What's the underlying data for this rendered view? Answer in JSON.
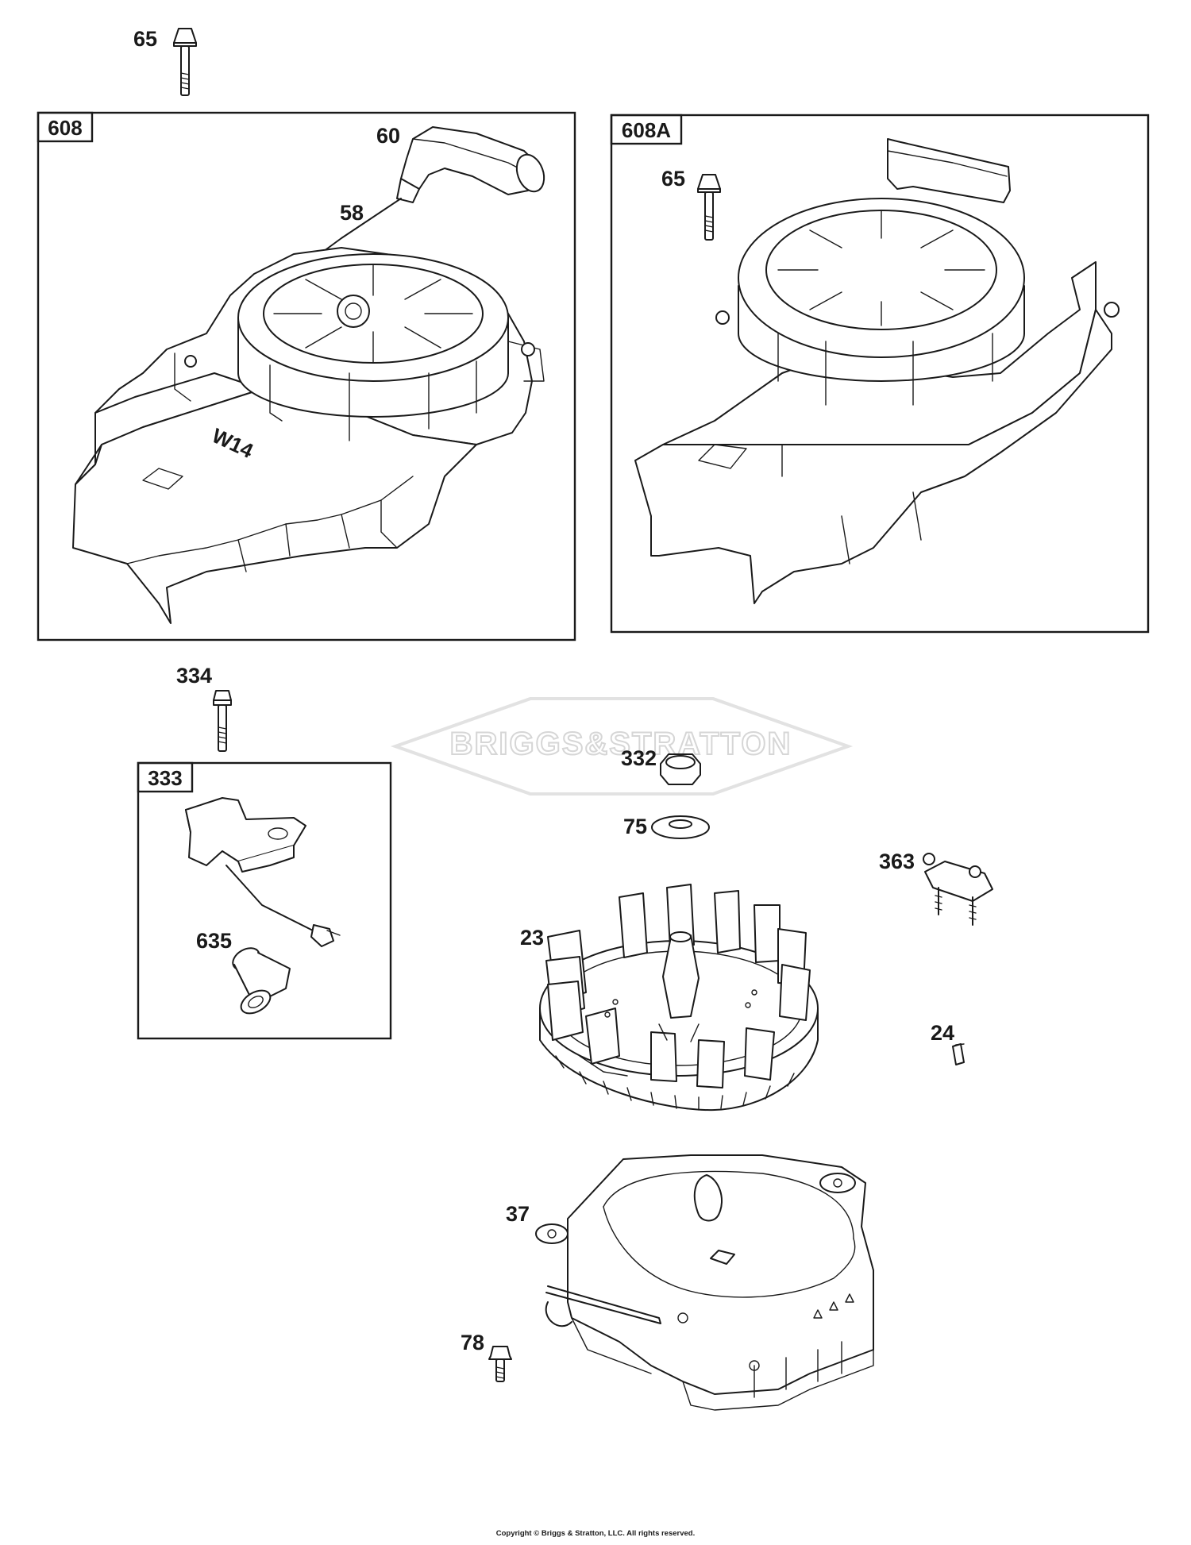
{
  "watermark": "BRIGGS&STRATTON",
  "boxes": {
    "box_608": "608",
    "box_608A": "608A",
    "box_333": "333"
  },
  "callouts": {
    "c65_top": "65",
    "c60": "60",
    "c58": "58",
    "c65_box": "65",
    "c334": "334",
    "c332": "332",
    "c75": "75",
    "c363": "363",
    "c23": "23",
    "c635": "635",
    "c24": "24",
    "c37": "37",
    "c78": "78"
  },
  "footer": {
    "copyright": "Copyright © Briggs & Stratton, LLC. All rights reserved."
  }
}
